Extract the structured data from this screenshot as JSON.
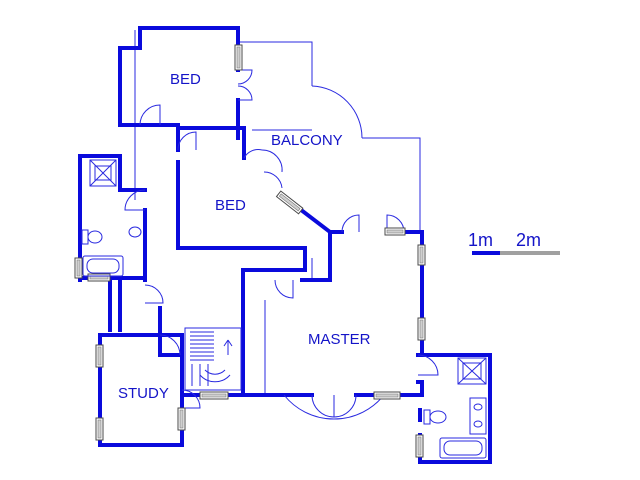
{
  "rooms": {
    "bed_top": "BED",
    "balcony": "BALCONY",
    "bed_middle": "BED",
    "master": "MASTER",
    "study": "STUDY"
  },
  "scale_bar": {
    "label_1m": "1m",
    "label_2m": "2m"
  },
  "colors": {
    "wall": "#0a0adc",
    "label": "#1414c8",
    "scale_secondary": "#a0a0a0"
  }
}
